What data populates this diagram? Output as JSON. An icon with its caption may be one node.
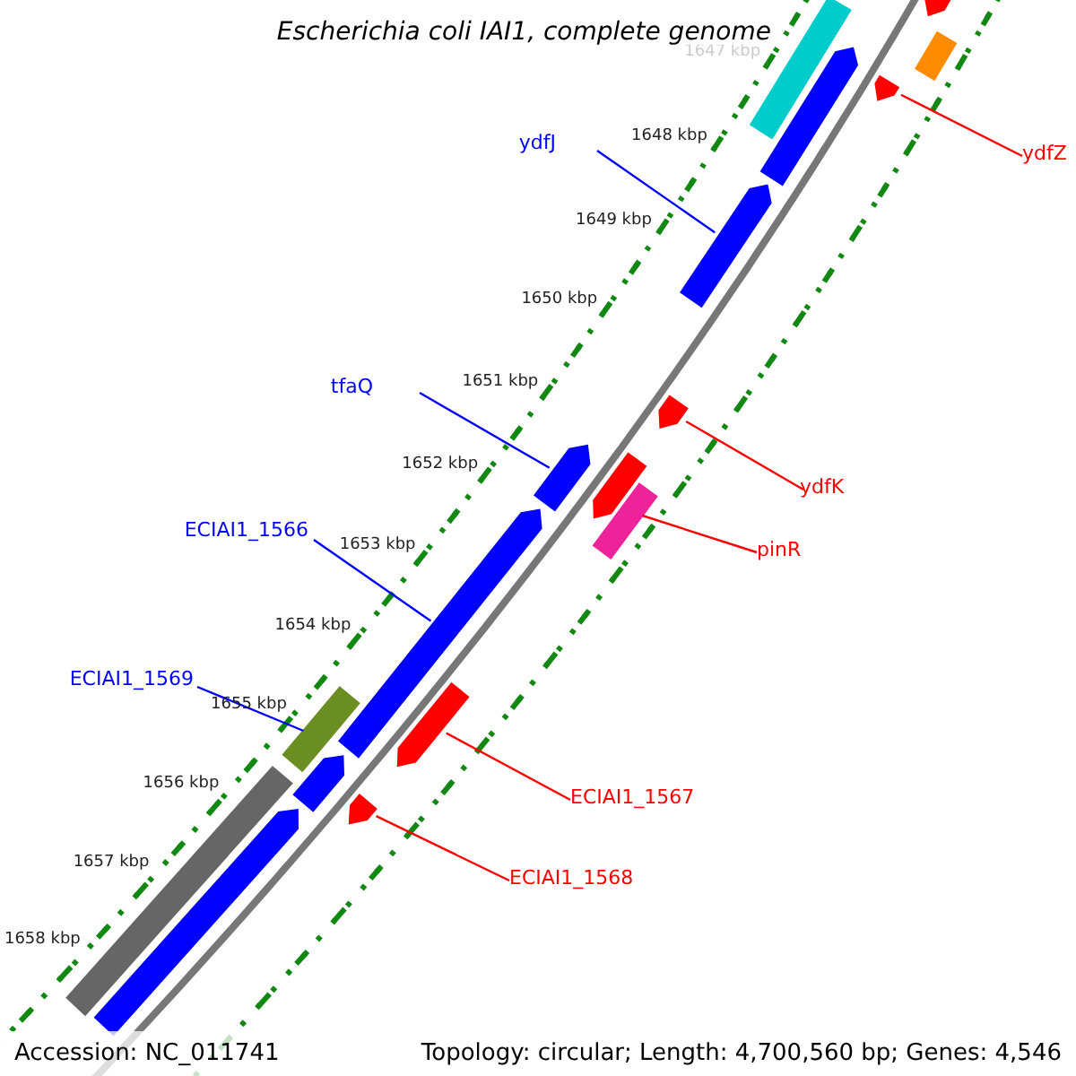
{
  "diagram": {
    "title": "Escherichia coli IAI1, complete genome",
    "nodes": [
      {
        "text": [
          "ydfZ"
        ]
      },
      {
        "text": [],
        "shape": "bar"
      },
      {
        "text": [
          "ydfJ"
        ]
      },
      {
        "text": [],
        "shape": "bar"
      },
      {
        "text": [
          "tfaQ"
        ]
      },
      {
        "text": [],
        "shape": "bar"
      },
      {
        "text": [
          "ydfK"
        ]
      },
      {
        "text": [],
        "shape": "bar"
      },
      {
        "text": [
          "pinR"
        ]
      },
      {
        "text": [],
        "shape": "bar"
      },
      {
        "text": [
          "ECIAI1_1566"
        ]
      },
      {
        "text": [],
        "shape": "bar"
      },
      {
        "text": [
          "ECIAI1_1569"
        ]
      },
      {
        "text": [],
        "shape": "bar"
      },
      {
        "text": [
          "ECIAI1_1567"
        ]
      },
      {
        "text": [],
        "shape": "bar"
      },
      {
        "text": [
          "ECIAI1_1568"
        ]
      },
      {
        "text": [],
        "shape": "bar"
      },
      {
        "text": [],
        "shape": "bar"
      },
      {
        "text": [],
        "shape": "bar"
      },
      {
        "text": [],
        "shape": "bar"
      },
      {
        "text": [],
        "shape": "bar"
      },
      {
        "text": [],
        "shape": "bar"
      },
      {
        "text": [],
        "shape": "bar"
      },
      {
        "text": [],
        "shape": "bar"
      },
      {
        "text": [],
        "shape": "bar"
      }
    ],
    "edges": [
      {
        "from": 0,
        "to": 1,
        "arrow": "none",
        "color": "#ff0000"
      },
      {
        "from": 2,
        "to": 3,
        "arrow": "none",
        "color": "#0000ff"
      },
      {
        "from": 4,
        "to": 5,
        "arrow": "none",
        "color": "#0000ff"
      },
      {
        "from": 6,
        "to": 7,
        "arrow": "none",
        "color": "#ff0000"
      },
      {
        "from": 8,
        "to": 9,
        "arrow": "none",
        "color": "#ff0000"
      },
      {
        "from": 10,
        "to": 11,
        "arrow": "none",
        "color": "#0000ff"
      },
      {
        "from": 12,
        "to": 13,
        "arrow": "none",
        "color": "#0000ff"
      },
      {
        "from": 14,
        "to": 15,
        "arrow": "none",
        "color": "#ff0000"
      },
      {
        "from": 16,
        "to": 17,
        "arrow": "none",
        "color": "#ff0000"
      }
    ],
    "labels": [
      "1647 kbp",
      "1648 kbp",
      "1649 kbp",
      "1650 kbp",
      "1651 kbp",
      "1652 kbp",
      "1653 kbp",
      "1654 kbp",
      "1655 kbp",
      "1656 kbp",
      "1657 kbp",
      "1658 kbp",
      "Accession: NC_011741",
      "Topology: circular; Length: 4,700,560 bp; Genes: 4,546"
    ]
  }
}
